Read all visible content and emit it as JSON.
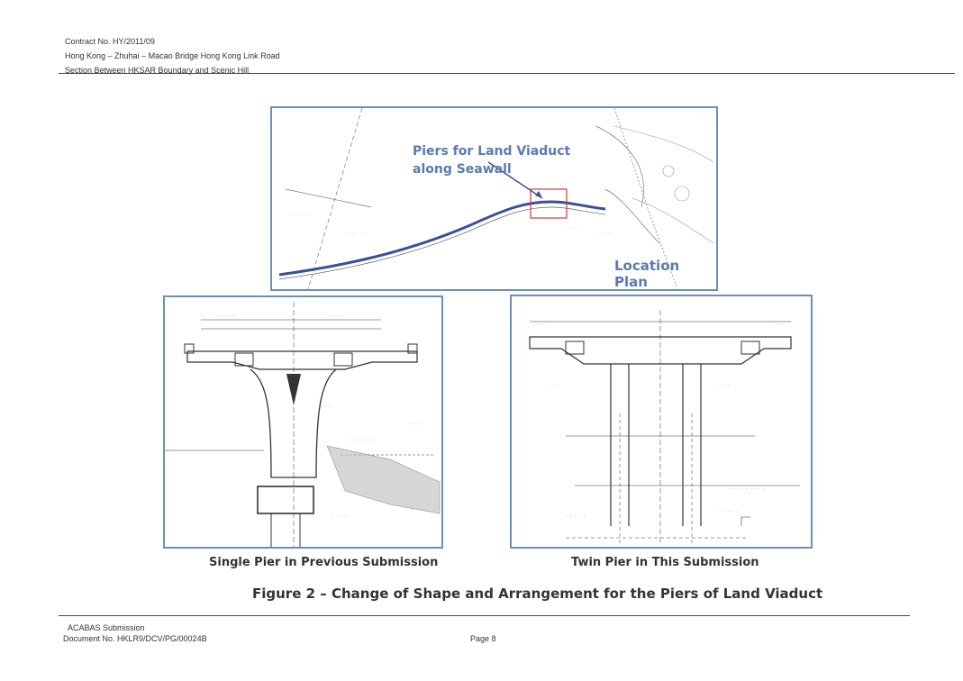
{
  "header": {
    "line1": "Contract No. HY/2011/09",
    "line2": "Hong Kong – Zhuhai – Macao Bridge Hong Kong Link Road",
    "line3": "Section Between HKSAR Boundary and Scenic Hill"
  },
  "location_plan": {
    "annotation_line1": "Piers for Land Viaduct",
    "annotation_line2": "along Seawall",
    "title": "Location Plan"
  },
  "captions": {
    "left": "Single Pier in Previous Submission",
    "right": "Twin Pier in This Submission"
  },
  "figure_title": "Figure 2 – Change of Shape and Arrangement for the Piers of Land Viaduct",
  "footer": {
    "line1": "ACABAS Submission",
    "line2": "Document No. HKLR9/DCV/PG/00024B",
    "page": "Page 8"
  },
  "colors": {
    "panel_border": "#6f8fb8",
    "annotation_text": "#5b7ab0",
    "route_line": "#3a4f9a",
    "highlight_box": "#d23a3a"
  }
}
